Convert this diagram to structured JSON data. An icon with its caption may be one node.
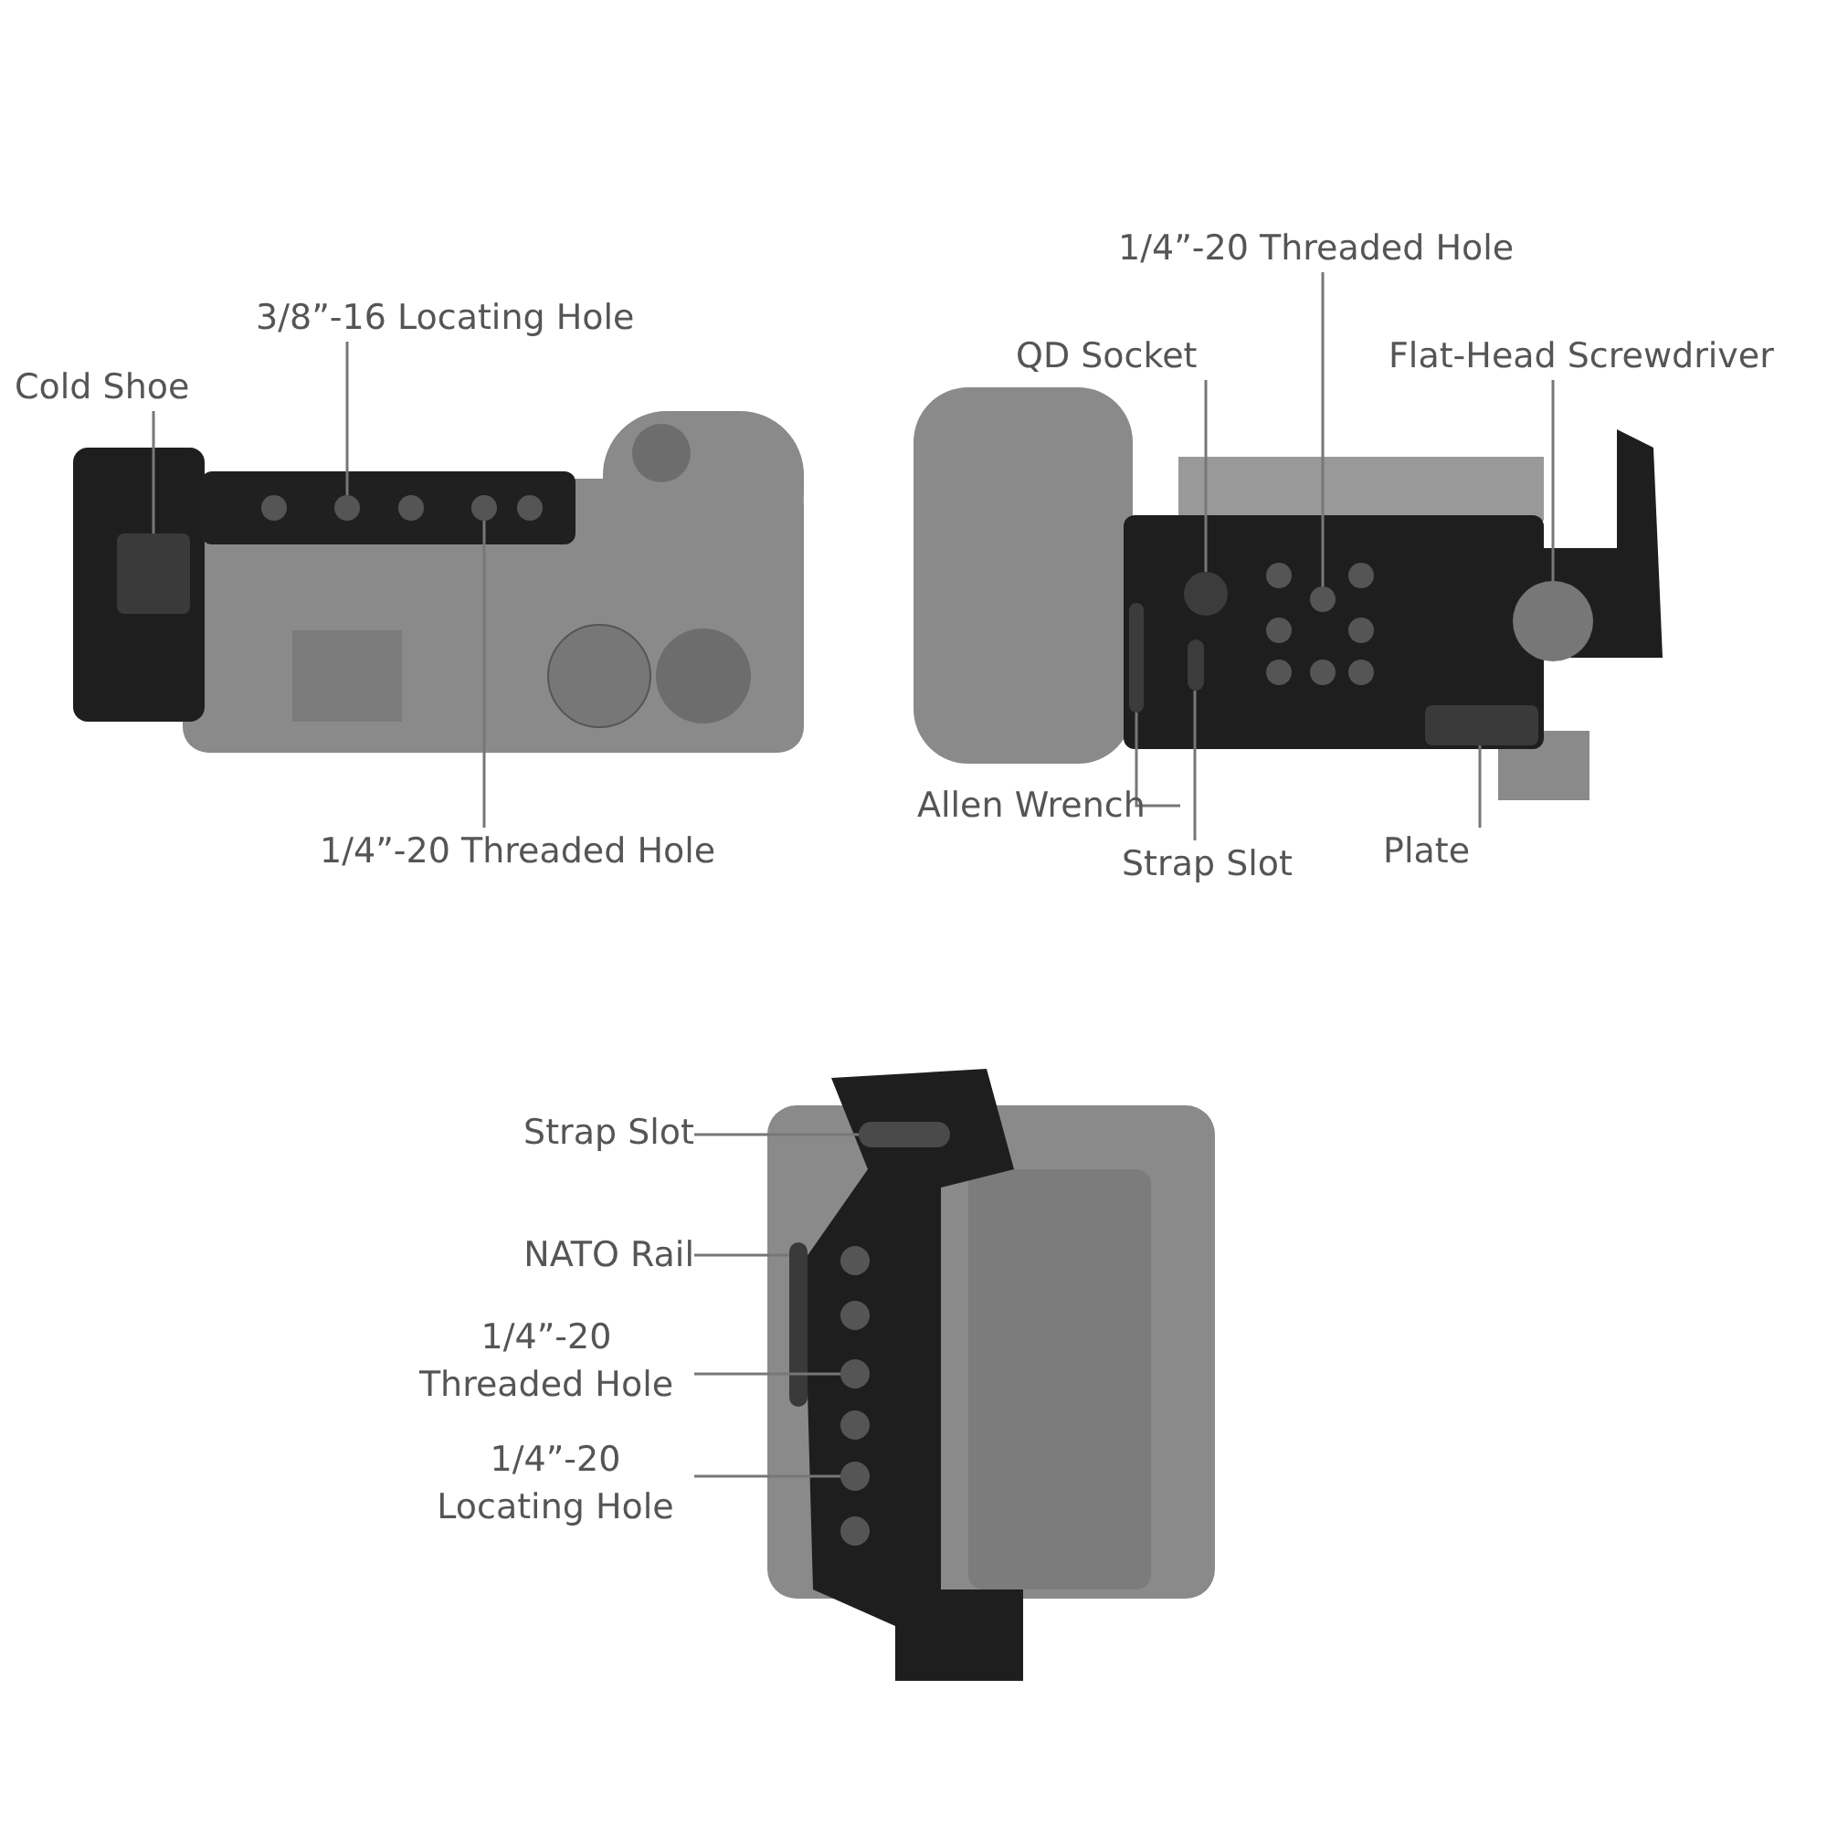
{
  "diagram": {
    "nodes": [
      {
        "text": [
          "Cold Shoe"
        ]
      },
      {
        "text": [
          "3/8”-16 Locating Hole"
        ]
      },
      {
        "text": [
          "1/4”-20 Threaded Hole"
        ]
      },
      {
        "text": [
          "QD Socket"
        ]
      },
      {
        "text": [
          "1/4”-20 Threaded Hole"
        ]
      },
      {
        "text": [
          "Flat-Head Screwdriver"
        ]
      },
      {
        "text": [
          "Allen Wrench"
        ]
      },
      {
        "text": [
          "Strap Slot"
        ]
      },
      {
        "text": [
          "Plate"
        ]
      },
      {
        "text": [
          "Strap Slot"
        ]
      },
      {
        "text": [
          "NATO Rail"
        ]
      },
      {
        "text": [
          "1/4”-20 Threaded Hole"
        ]
      },
      {
        "text": [
          "1/4”-20 Locating Hole"
        ]
      },
      {
        "text": [],
        "shape": "box"
      },
      {
        "text": [],
        "shape": "circle"
      },
      {
        "text": [],
        "shape": "circle"
      },
      {
        "text": [],
        "shape": "circle"
      },
      {
        "text": [],
        "shape": "circle"
      },
      {
        "text": [],
        "shape": "circle"
      },
      {
        "text": [],
        "shape": "bar"
      },
      {
        "text": [],
        "shape": "bar"
      },
      {
        "text": [],
        "shape": "box"
      },
      {
        "text": [],
        "shape": "bar"
      },
      {
        "text": [],
        "shape": "bar"
      },
      {
        "text": [],
        "shape": "circle"
      },
      {
        "text": [],
        "shape": "circle"
      }
    ],
    "edges": [
      {
        "from": 0,
        "to": 13,
        "arrow": "none"
      },
      {
        "from": 1,
        "to": 14,
        "arrow": "none"
      },
      {
        "from": 2,
        "to": 15,
        "arrow": "none"
      },
      {
        "from": 3,
        "to": 16,
        "arrow": "none"
      },
      {
        "from": 4,
        "to": 17,
        "arrow": "none"
      },
      {
        "from": 5,
        "to": 18,
        "arrow": "none"
      },
      {
        "from": 6,
        "to": 19,
        "arrow": "none"
      },
      {
        "from": 7,
        "to": 20,
        "arrow": "none"
      },
      {
        "from": 8,
        "to": 21,
        "arrow": "none"
      },
      {
        "from": 9,
        "to": 22,
        "arrow": "none"
      },
      {
        "from": 10,
        "to": 23,
        "arrow": "none"
      },
      {
        "from": 11,
        "to": 24,
        "arrow": "none"
      },
      {
        "from": 12,
        "to": 25,
        "arrow": "none"
      }
    ]
  }
}
